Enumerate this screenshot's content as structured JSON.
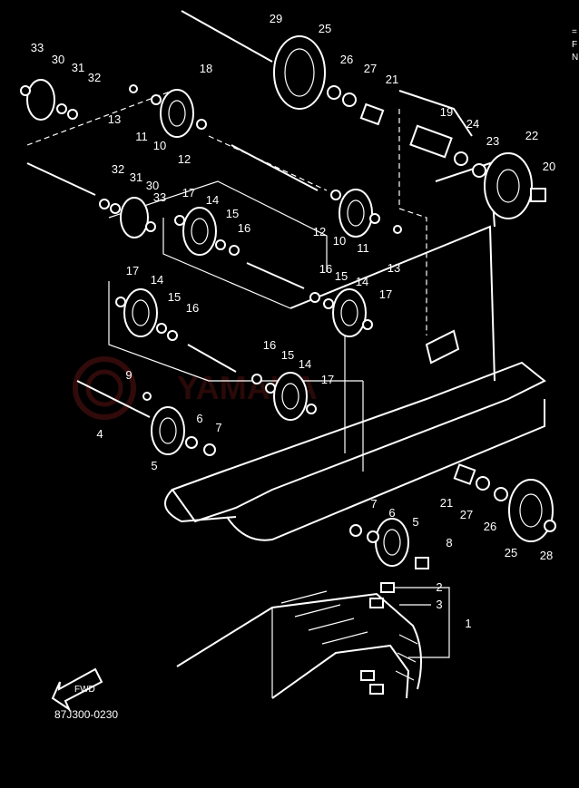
{
  "diagram": {
    "parts": [
      "1",
      "2",
      "3",
      "4",
      "5",
      "5",
      "6",
      "6",
      "7",
      "7",
      "8",
      "9",
      "10",
      "10",
      "11",
      "11",
      "12",
      "12",
      "13",
      "13",
      "14",
      "14",
      "14",
      "14",
      "15",
      "15",
      "15",
      "15",
      "16",
      "16",
      "16",
      "16",
      "17",
      "17",
      "17",
      "17",
      "18",
      "19",
      "20",
      "21",
      "21",
      "22",
      "23",
      "24",
      "25",
      "25",
      "26",
      "26",
      "27",
      "27",
      "28",
      "29",
      "30",
      "30",
      "31",
      "31",
      "32",
      "32",
      "33",
      "33"
    ],
    "drawing_code": "87J300-0230",
    "fwd_label": "FWD",
    "edge_text": [
      "=",
      "F",
      "N"
    ],
    "watermark": "YAMAHA"
  }
}
